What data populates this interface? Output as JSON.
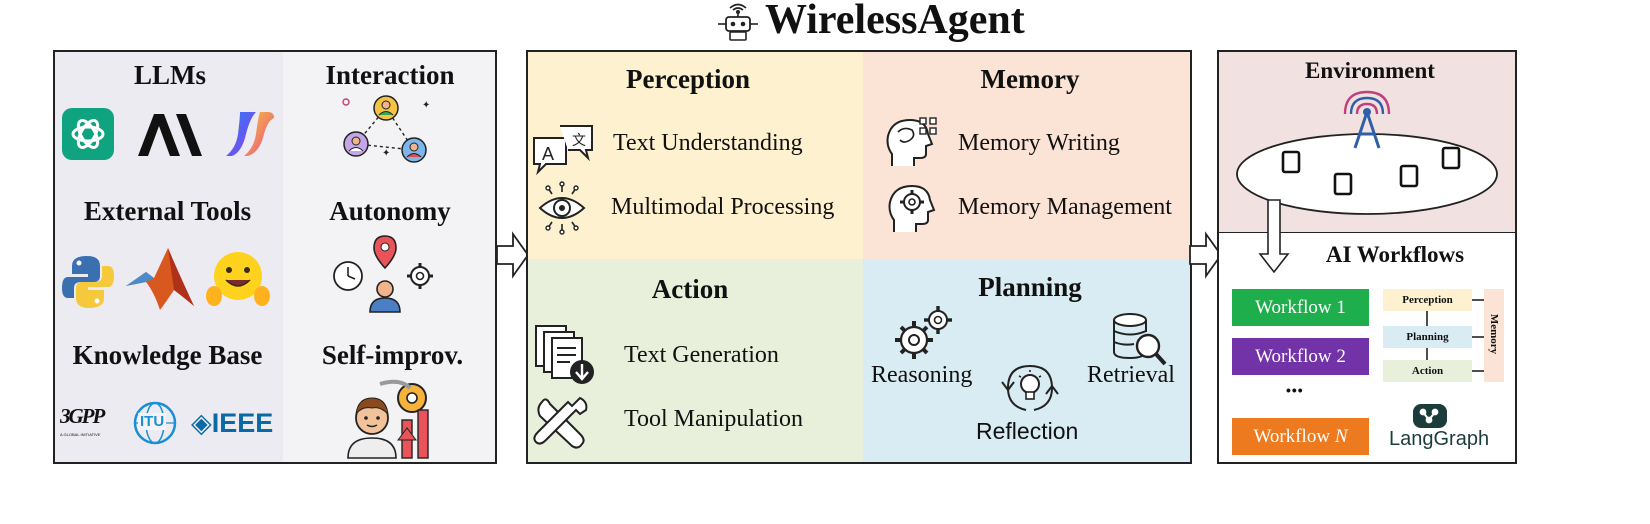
{
  "title": "WirelessAgent",
  "left": {
    "llms": "LLMs",
    "interaction": "Interaction",
    "external_tools": "External Tools",
    "autonomy": "Autonomy",
    "knowledge_base": "Knowledge Base",
    "self_improv": "Self-improv.",
    "ieee_text": "◈IEEE",
    "threegpp_text": "3GPP",
    "threegpp_sub": "A GLOBAL INITIATIVE",
    "itu_text": "ITU"
  },
  "middle": {
    "perception": {
      "heading": "Perception",
      "items": [
        "Text Understanding",
        "Multimodal Processing"
      ]
    },
    "memory": {
      "heading": "Memory",
      "items": [
        "Memory Writing",
        "Memory Management"
      ]
    },
    "action": {
      "heading": "Action",
      "items": [
        "Text Generation",
        "Tool Manipulation"
      ]
    },
    "planning": {
      "heading": "Planning",
      "items": [
        "Reasoning",
        "Reflection",
        "Retrieval"
      ]
    }
  },
  "right": {
    "environment": "Environment",
    "ai_workflows": "AI Workflows",
    "workflows": [
      "Workflow 1",
      "Workflow 2",
      "Workflow "
    ],
    "workflow_n_italic": "N",
    "ellipsis": "•••",
    "pipeline": [
      "Perception",
      "Planning",
      "Action"
    ],
    "memory_side": "Memory",
    "langgraph": "LangGraph"
  },
  "colors": {
    "perception_bg": "#fdf1cf",
    "memory_bg": "#fbe3d6",
    "action_bg": "#e8f0dc",
    "planning_bg": "#d9ecf3",
    "left_bg": "#ecebf2",
    "env_bg": "#f2e1e1",
    "wf1": "#1fae4c",
    "wf2": "#7232a8",
    "wfn": "#ee7a1f"
  }
}
